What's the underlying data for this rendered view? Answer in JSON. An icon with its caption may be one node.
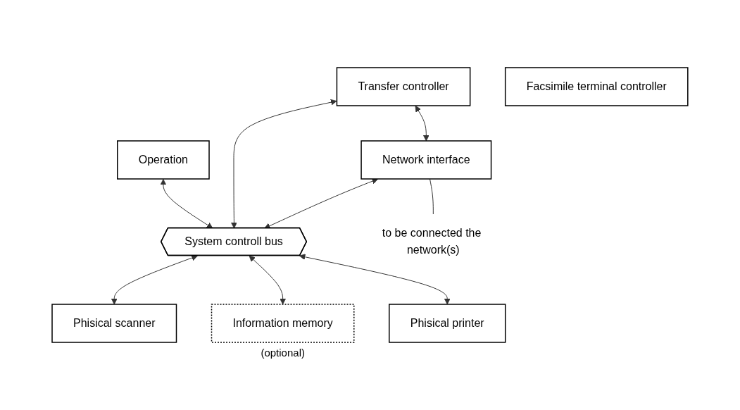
{
  "diagram": {
    "nodes": [
      {
        "text": [
          "Operation"
        ]
      },
      {
        "text": [
          "Transfer controller"
        ]
      },
      {
        "text": [
          "Network interface"
        ]
      },
      {
        "text": [
          "Facsimile terminal controller"
        ]
      },
      {
        "text": [
          "System controll bus"
        ]
      },
      {
        "text": [
          "Phisical scanner"
        ]
      },
      {
        "text": [
          "Information memory"
        ],
        "beside": [
          "(optional)"
        ]
      },
      {
        "text": [
          "Phisical printer"
        ]
      },
      {
        "text": [
          "to be connected the network(s)"
        ]
      }
    ],
    "edges": [
      {
        "from": 1,
        "to": 2,
        "arrow": "both"
      },
      {
        "from": 2,
        "to": 8,
        "arrow": "none"
      },
      {
        "from": 0,
        "to": 4,
        "arrow": "both"
      },
      {
        "from": 1,
        "to": 4,
        "arrow": "both"
      },
      {
        "from": 2,
        "to": 4,
        "arrow": "both"
      },
      {
        "from": 4,
        "to": 5,
        "arrow": "both"
      },
      {
        "from": 4,
        "to": 6,
        "arrow": "both"
      },
      {
        "from": 4,
        "to": 7,
        "arrow": "both"
      }
    ]
  }
}
